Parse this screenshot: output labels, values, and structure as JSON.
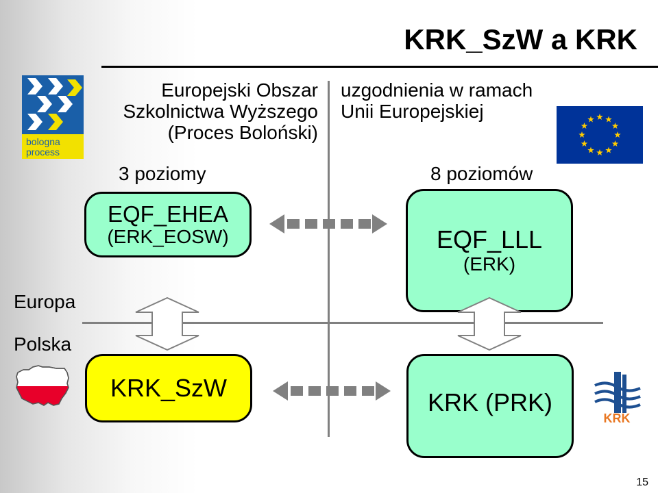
{
  "title": "KRK_SzW a KRK",
  "left_column": {
    "heading_lines": [
      "Europejski Obszar",
      "Szkolnictwa Wyższego",
      "(Proces Boloński)"
    ],
    "levels": "3 poziomy",
    "eqf_box": {
      "line1": "EQF_EHEA",
      "line2": "(ERK_EOSW)"
    },
    "national_box": {
      "line1": "KRK_SzW"
    }
  },
  "right_column": {
    "heading_lines": [
      "uzgodnienia w ramach",
      "Unii Europejskiej"
    ],
    "levels": "8 poziomów",
    "eqf_box": {
      "line1": "EQF_LLL",
      "line2": "(ERK)"
    },
    "national_box": {
      "line1": "KRK (PRK)"
    }
  },
  "row_labels": {
    "top": "Europa",
    "bottom": "Polska"
  },
  "logos": {
    "bologna": {
      "line1": "bologna",
      "line2": "process"
    },
    "krk": "KRK"
  },
  "page_number": "15",
  "colors": {
    "green_box": "#99ffcc",
    "yellow_box": "#ffff00",
    "eu_blue": "#003399",
    "eu_star": "#ffcc00",
    "bologna_blue": "#1a5fa8",
    "bologna_yellow": "#f2e100",
    "krk_orange": "#e87722",
    "krk_blue": "#1d4f91",
    "poland_red": "#e8002a"
  }
}
